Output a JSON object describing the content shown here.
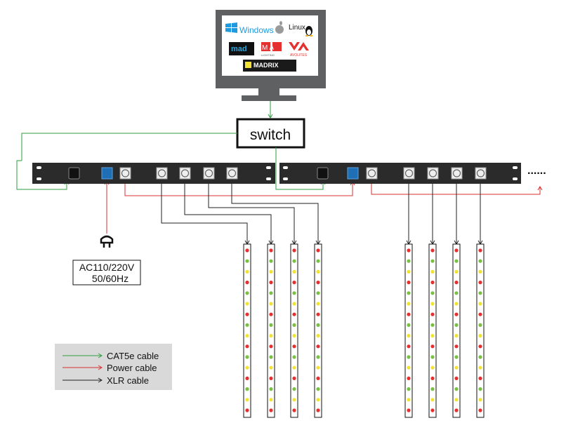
{
  "monitor": {
    "software": {
      "windows": "Windows",
      "linux": "Linux",
      "madmapper": "mad",
      "ma": "M A",
      "ma_sub": "LIGHTING",
      "avolites": "AVOLITES",
      "madrix": "MADRIX"
    }
  },
  "switch": {
    "label": "switch"
  },
  "power_supply": {
    "line1": "AC110/220V",
    "line2": "50/60Hz"
  },
  "continuation": {
    "label": "......"
  },
  "legend": {
    "items": [
      {
        "label": "CAT5e cable",
        "color": "#2e9e3e"
      },
      {
        "label": "Power cable",
        "color": "#d93030"
      },
      {
        "label": "XLR cable",
        "color": "#222222"
      }
    ]
  },
  "colors": {
    "cat5e": "#2e9e3e",
    "power": "#d93030",
    "xlr": "#222222",
    "led": [
      "#e53030",
      "#7ac143",
      "#f2e235"
    ],
    "rack": "#2b2b2b"
  }
}
